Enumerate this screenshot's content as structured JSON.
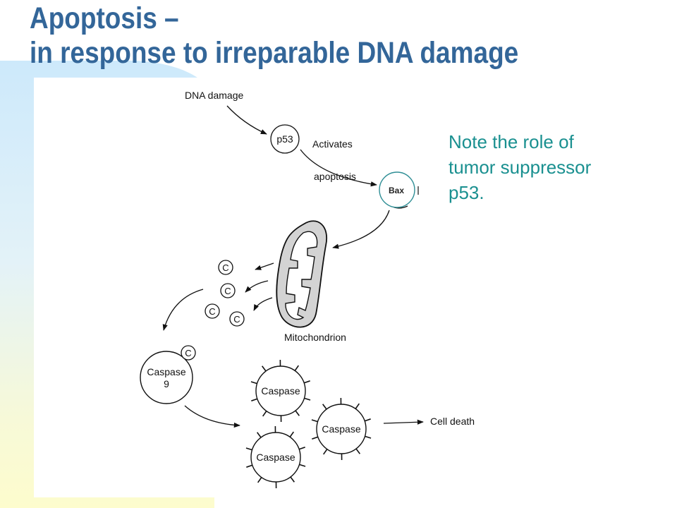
{
  "title": {
    "line1": "Apoptosis –",
    "line2": "in response to irreparable DNA damage"
  },
  "note": {
    "line1": "Note the role of",
    "line2": "tumor suppressor",
    "line3": "p53."
  },
  "diagram": {
    "dna_damage": "DNA damage",
    "p53": "p53",
    "activates": "Activates",
    "apoptosis": "apoptosis",
    "bax": "Bax",
    "cytochrome": "C",
    "mitochondrion": "Mitochondrion",
    "caspase9_line1": "Caspase",
    "caspase9_line2": "9",
    "caspase": "Caspase",
    "cell_death": "Cell death"
  },
  "colors": {
    "title": "#336699",
    "note": "#1a9090",
    "bax_ring": "#2f8e95"
  }
}
